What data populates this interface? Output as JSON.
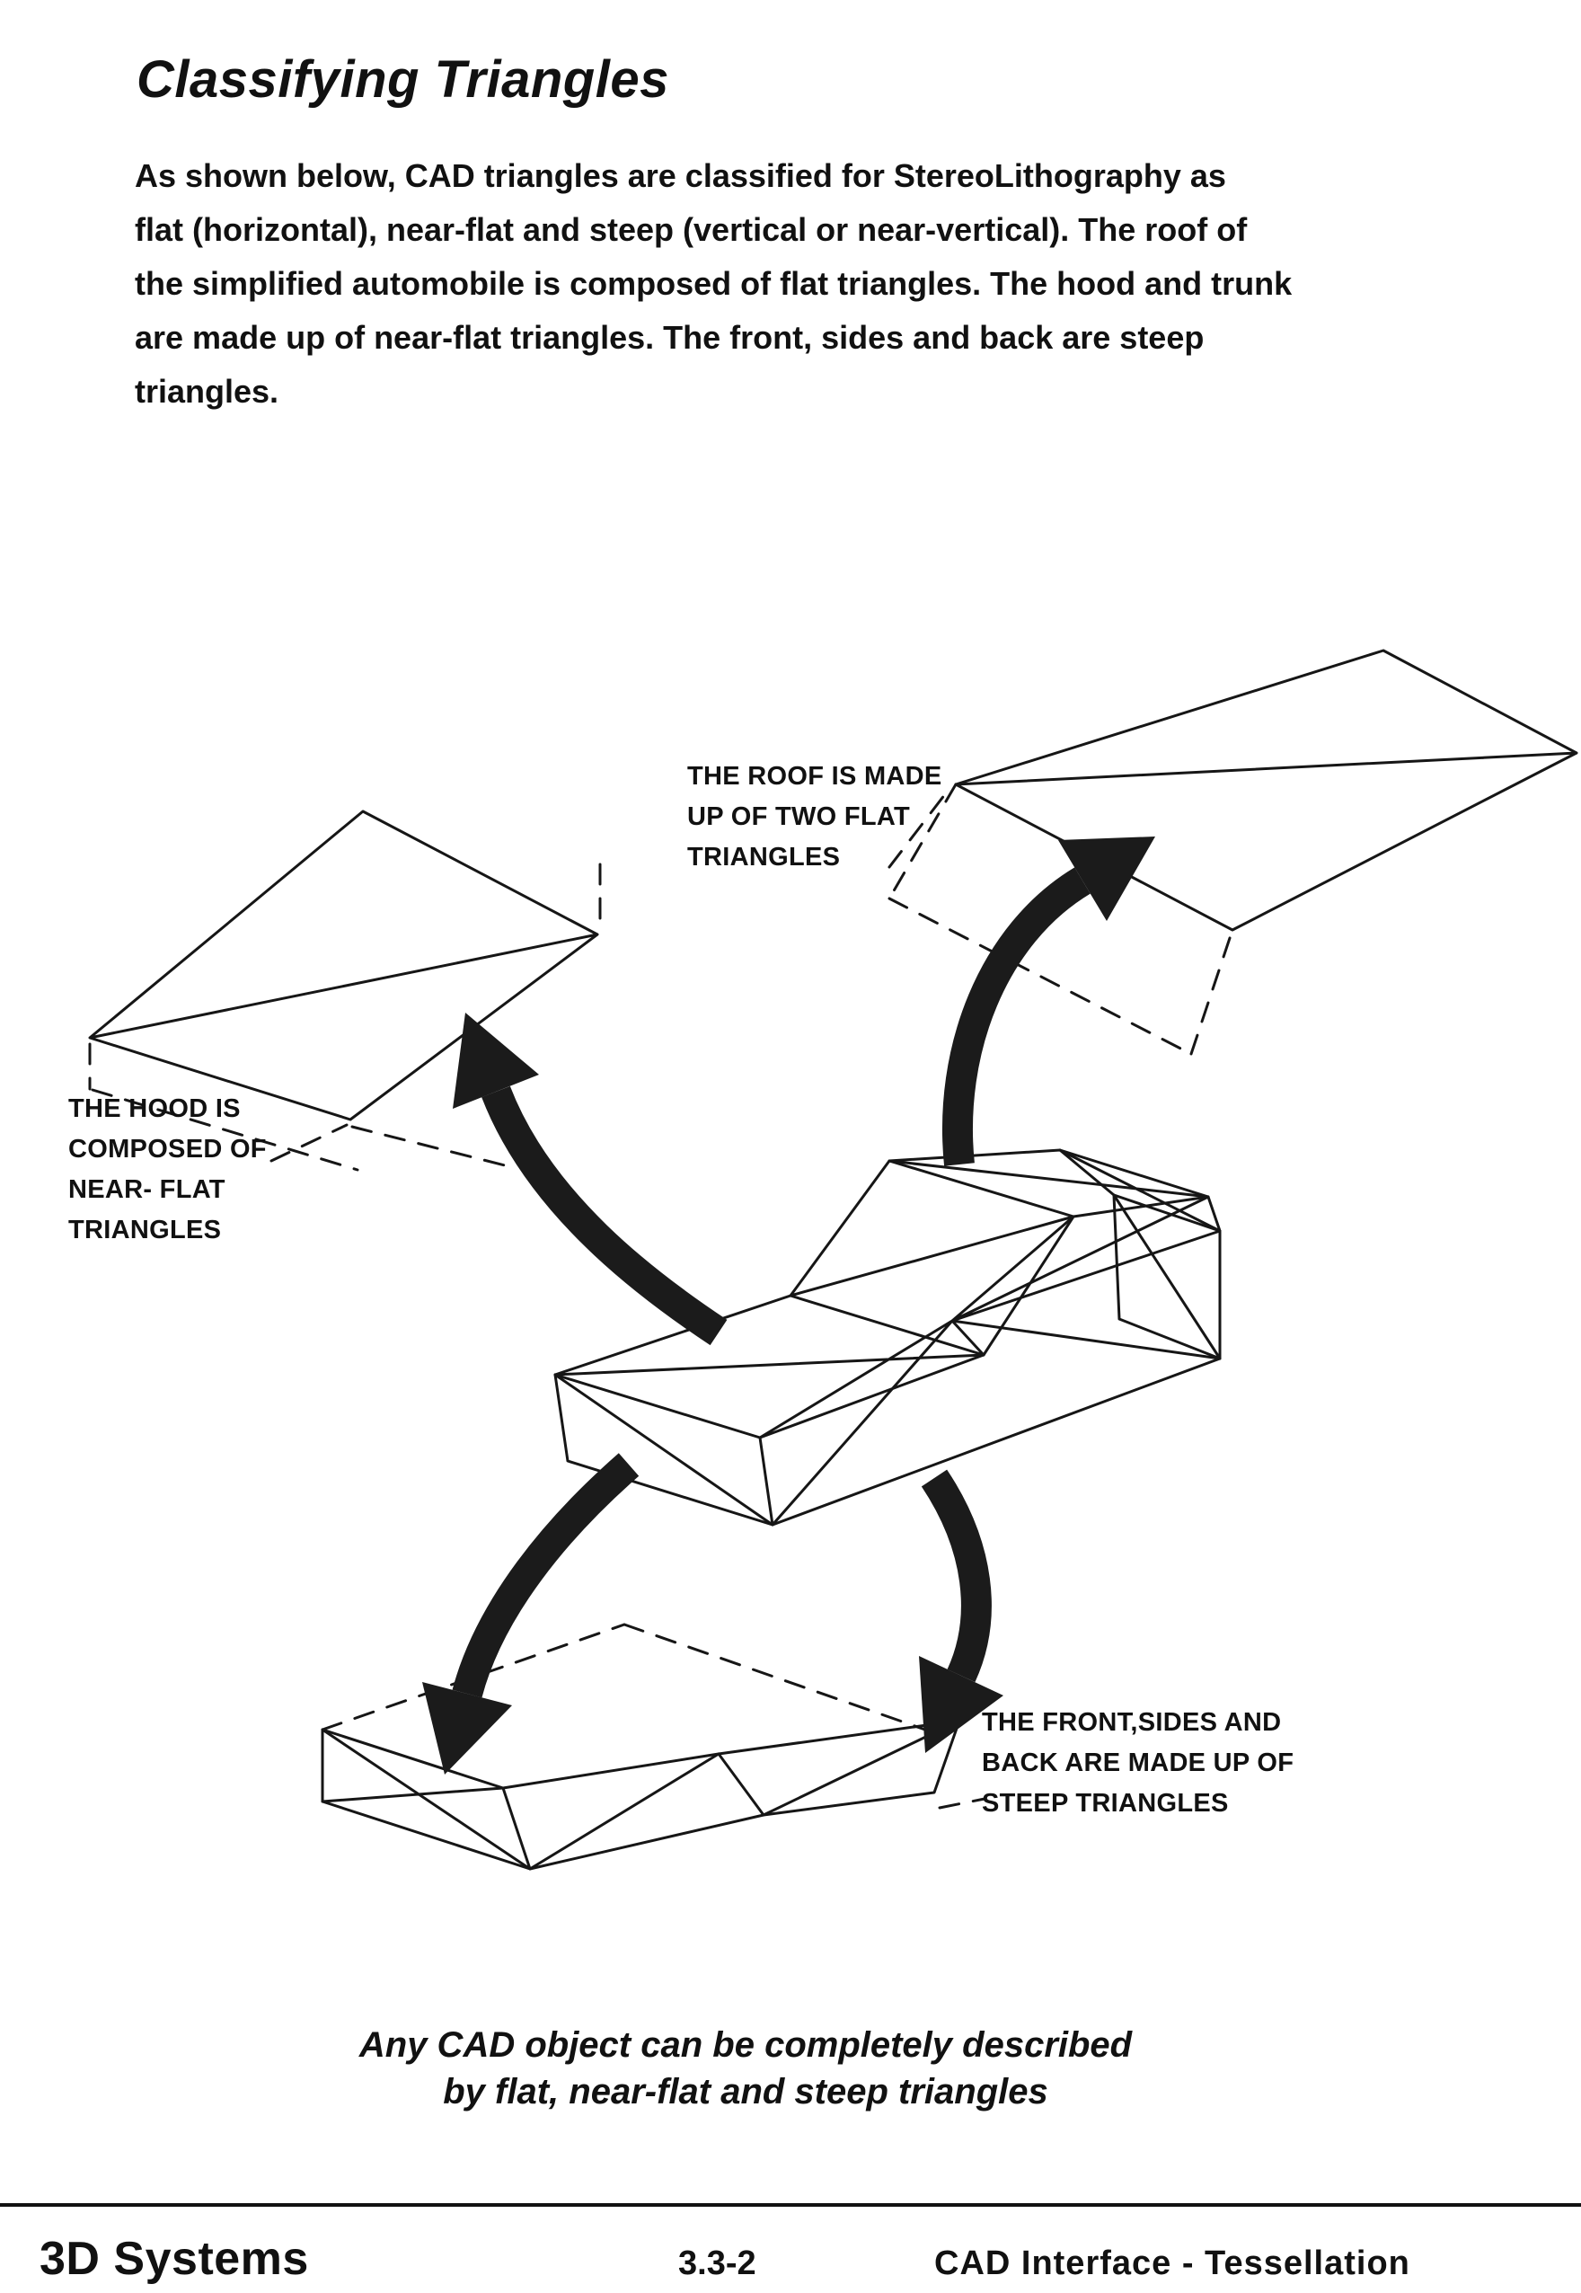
{
  "page": {
    "title": "Classifying Triangles",
    "body_text": "As shown below, CAD triangles are classified for StereoLithography as\nflat (horizontal), near-flat and steep (vertical or near-vertical).  The roof of\nthe simplified automobile is composed of flat triangles.  The hood and trunk\nare made up of near-flat triangles.  The front, sides and back are steep\ntriangles."
  },
  "diagram": {
    "labels": {
      "roof": "THE ROOF IS MADE\nUP OF TWO FLAT\nTRIANGLES",
      "hood": "THE HOOD IS\nCOMPOSED OF\nNEAR- FLAT\nTRIANGLES",
      "steep": "THE FRONT,SIDES AND\nBACK ARE MADE UP OF\nSTEEP TRIANGLES"
    },
    "caption": "Any CAD object can be completely described\nby flat, near-flat and steep triangles"
  },
  "footer": {
    "brand": "3D Systems",
    "page_number": "3.3-2",
    "section": "CAD Interface - Tessellation"
  },
  "colors": {
    "ink": "#161616",
    "paper": "#ffffff"
  }
}
